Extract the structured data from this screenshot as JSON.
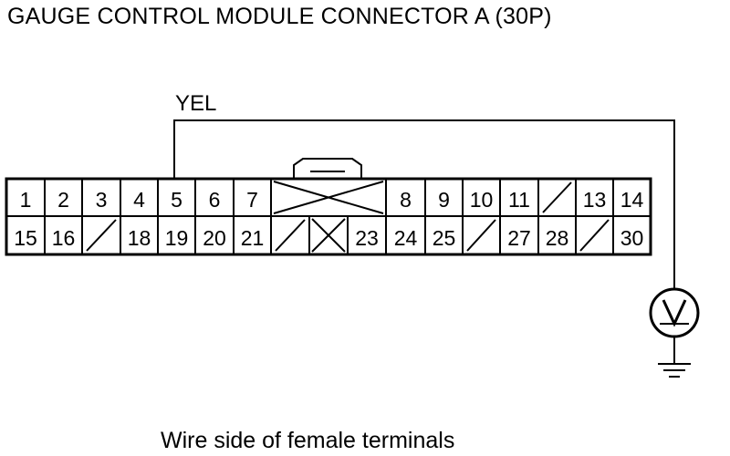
{
  "title": "GAUGE CONTROL MODULE CONNECTOR A (30P)",
  "caption": "Wire side of female terminals",
  "wire": {
    "color_label": "YEL",
    "pin": "5"
  },
  "meter": {
    "symbol": "V"
  },
  "connector": {
    "row1": [
      {
        "type": "pin",
        "label": "1"
      },
      {
        "type": "pin",
        "label": "2"
      },
      {
        "type": "pin",
        "label": "3"
      },
      {
        "type": "pin",
        "label": "4"
      },
      {
        "type": "pin",
        "label": "5"
      },
      {
        "type": "pin",
        "label": "6"
      },
      {
        "type": "pin",
        "label": "7"
      },
      {
        "type": "blocked",
        "label": ""
      },
      {
        "type": "pin",
        "label": "8"
      },
      {
        "type": "pin",
        "label": "9"
      },
      {
        "type": "pin",
        "label": "10"
      },
      {
        "type": "pin",
        "label": "11"
      },
      {
        "type": "empty",
        "label": ""
      },
      {
        "type": "pin",
        "label": "13"
      },
      {
        "type": "pin",
        "label": "14"
      }
    ],
    "row2": [
      {
        "type": "pin",
        "label": "15"
      },
      {
        "type": "pin",
        "label": "16"
      },
      {
        "type": "empty",
        "label": ""
      },
      {
        "type": "pin",
        "label": "18"
      },
      {
        "type": "pin",
        "label": "19"
      },
      {
        "type": "pin",
        "label": "20"
      },
      {
        "type": "pin",
        "label": "21"
      },
      {
        "type": "empty",
        "label": ""
      },
      {
        "type": "blocked",
        "label": ""
      },
      {
        "type": "pin",
        "label": "23"
      },
      {
        "type": "pin",
        "label": "24"
      },
      {
        "type": "pin",
        "label": "25"
      },
      {
        "type": "empty",
        "label": ""
      },
      {
        "type": "pin",
        "label": "27"
      },
      {
        "type": "pin",
        "label": "28"
      },
      {
        "type": "empty",
        "label": ""
      },
      {
        "type": "pin",
        "label": "30"
      }
    ]
  }
}
